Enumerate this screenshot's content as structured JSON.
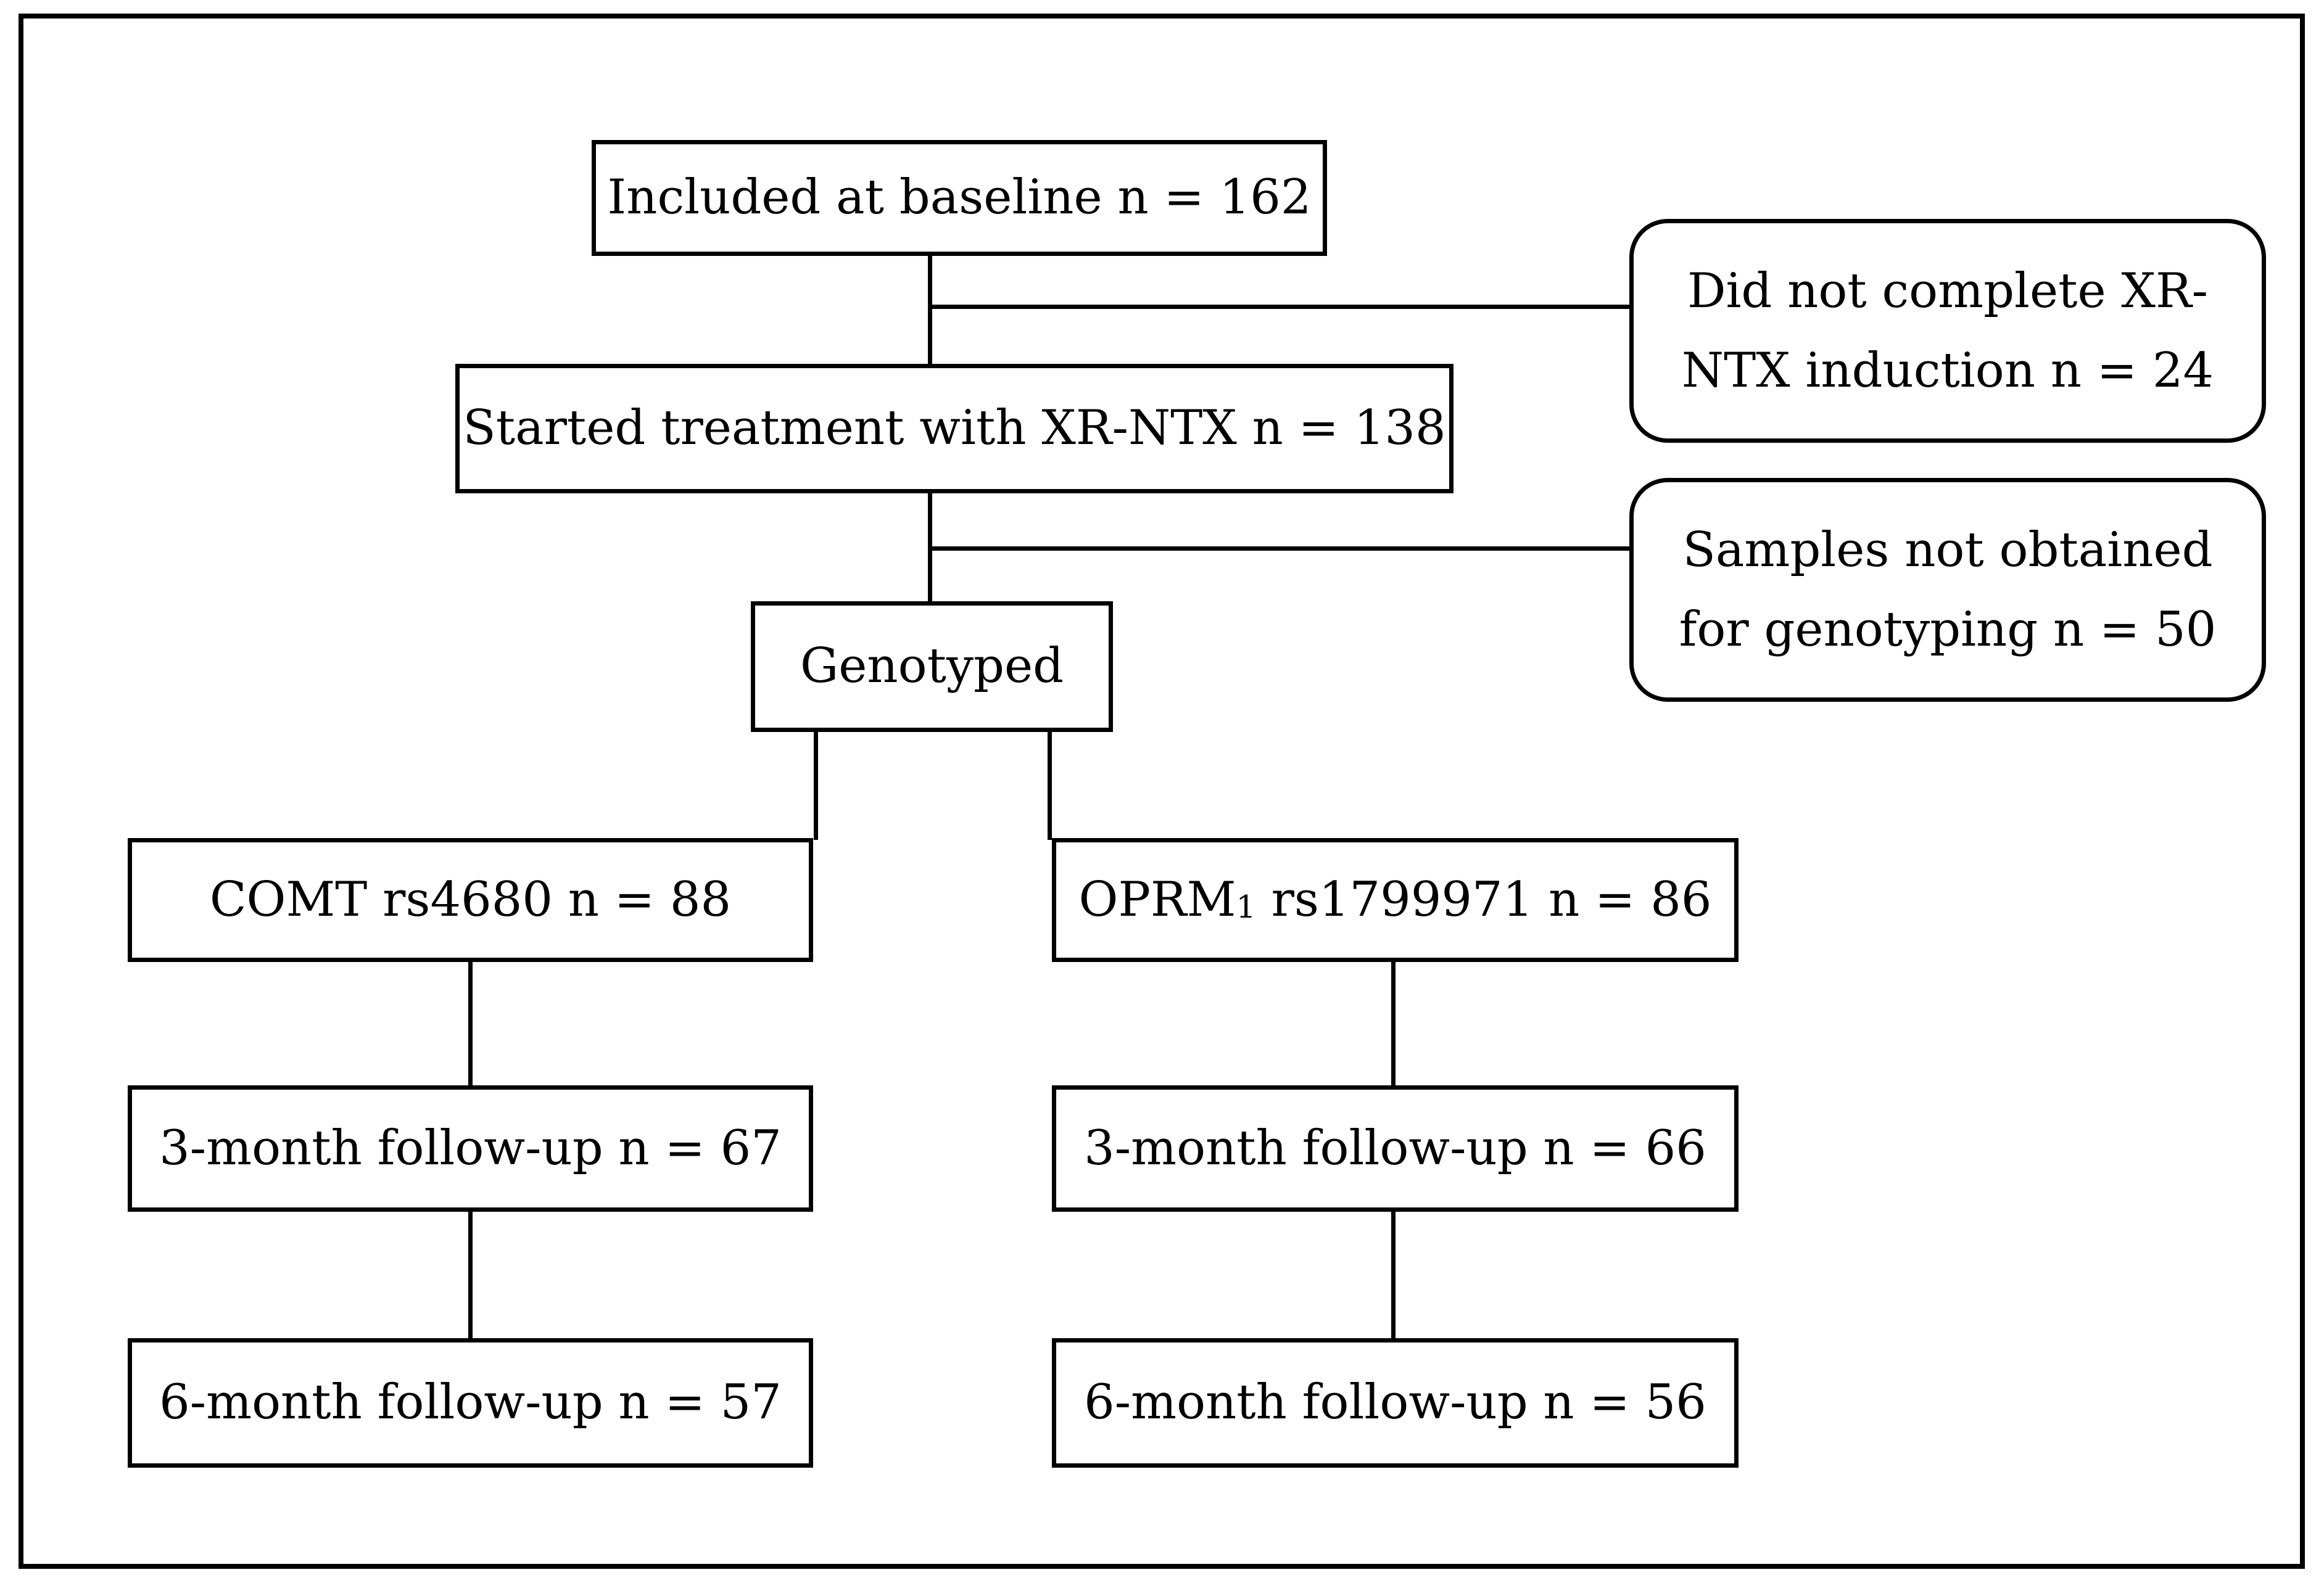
{
  "colors": {
    "ink": "#000000",
    "paper": "#ffffff"
  },
  "nodes": {
    "included": {
      "text": "Included at baseline n = 162"
    },
    "did_not_complete": {
      "line1": "Did not complete XR-",
      "line2": "NTX induction n = 24"
    },
    "started": {
      "text": "Started treatment with XR-NTX n = 138"
    },
    "samples_not_obtained": {
      "line1": "Samples not obtained",
      "line2": "for genotyping n = 50"
    },
    "genotyped": {
      "text": "Genotyped"
    },
    "comt": {
      "text": "COMT rs4680 n = 88"
    },
    "oprm": {
      "gene": "OPRM",
      "subscript": "1",
      "rest": " rs1799971 n = 86"
    },
    "followup_3m_left": {
      "text": "3-month follow-up n = 67"
    },
    "followup_3m_right": {
      "text": "3-month follow-up n = 66"
    },
    "followup_6m_left": {
      "text": "6-month follow-up n = 57"
    },
    "followup_6m_right": {
      "text": "6-month follow-up n = 56"
    }
  }
}
